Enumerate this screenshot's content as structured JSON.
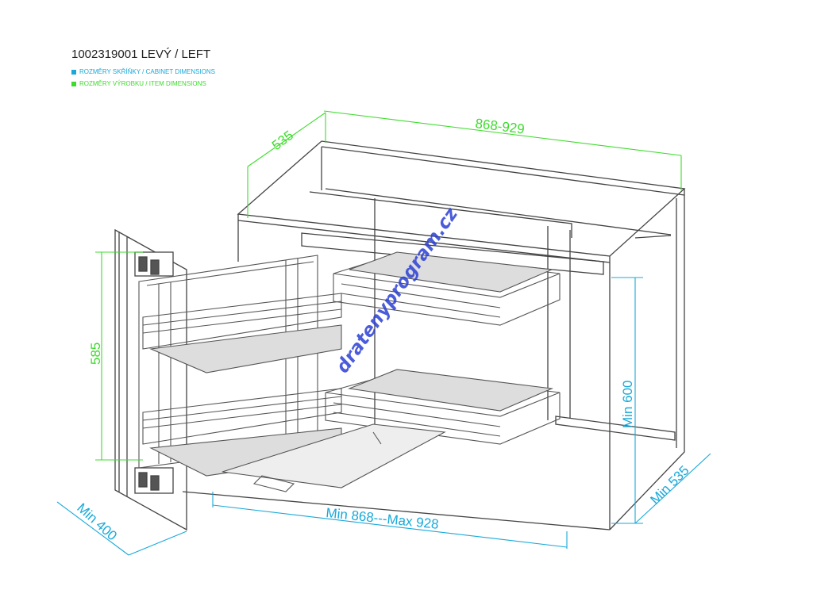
{
  "title": "1002319001 LEVÝ / LEFT",
  "legend": {
    "cabinet": {
      "label": "ROZMĚRY SKŘÍŇKY / CABINET DIMENSIONS",
      "color": "#19a9d9"
    },
    "item": {
      "label": "ROZMĚRY VÝROBKU / ITEM DIMENSIONS",
      "color": "#3ddc2c"
    }
  },
  "dimensions": {
    "depth_top": "535",
    "width_top": "868-929",
    "height_left": "585",
    "min_height": "Min 600",
    "min_depth": "Min 535",
    "width_range": "Min 868---Max 928",
    "min_door": "Min 400"
  },
  "watermark": "dratenyprogram.cz",
  "colors": {
    "line": "#444444",
    "item": "#3ddc2c",
    "cabinet": "#19a9d9"
  }
}
